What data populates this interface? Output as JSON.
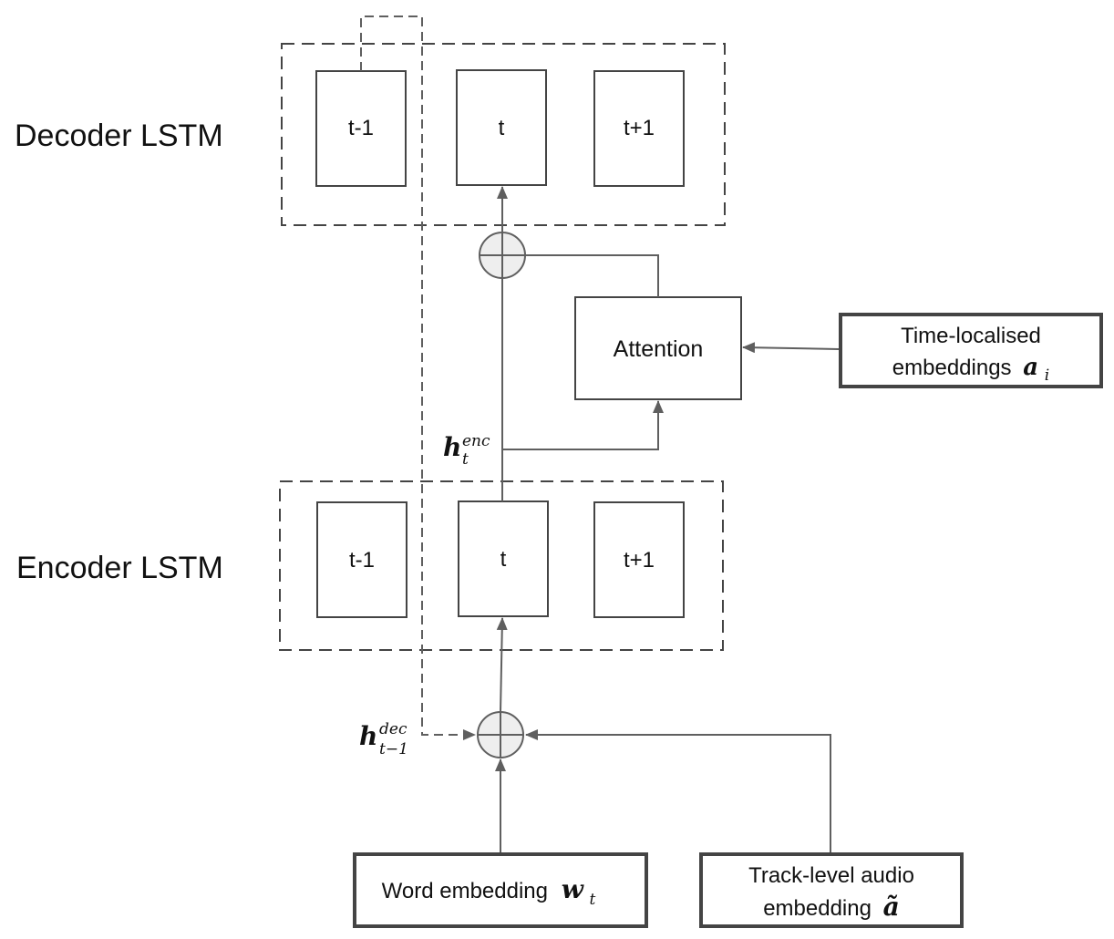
{
  "labels": {
    "decoder": "Decoder LSTM",
    "encoder": "Encoder LSTM"
  },
  "decoder_cells": [
    "t-1",
    "t",
    "t+1"
  ],
  "encoder_cells": [
    "t-1",
    "t",
    "t+1"
  ],
  "attention": "Attention",
  "time_localised": {
    "line1": "Time-localised",
    "line2": "embeddings",
    "symbol": "a",
    "subscript": "i"
  },
  "h_enc": {
    "symbol": "h",
    "superscript": "enc",
    "subscript": "t"
  },
  "h_dec": {
    "symbol": "h",
    "superscript": "dec",
    "subscript": "t−1"
  },
  "word_embedding": {
    "text": "Word embedding",
    "symbol": "w",
    "subscript": "t"
  },
  "track_audio": {
    "line1": "Track-level audio",
    "line2": "embedding",
    "symbol": "ã"
  },
  "colors": {
    "line": "#5f5f5f",
    "box": "#444444",
    "circle_fill": "#eeeeee",
    "text": "#111111"
  }
}
